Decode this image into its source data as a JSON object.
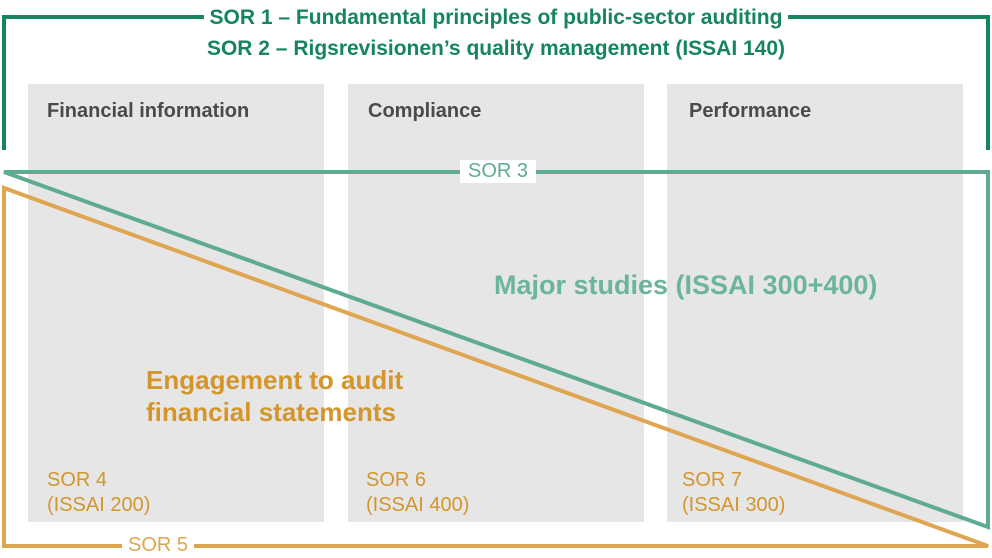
{
  "header": {
    "line1": "SOR 1 – Fundamental principles of public-sector auditing",
    "line2": "SOR 2 –  Rigsrevisionen’s quality management (ISSAI 140)"
  },
  "columns": [
    {
      "title": "Financial information",
      "sor": "SOR 4",
      "issai": "(ISSAI 200)"
    },
    {
      "title": "Compliance",
      "sor": "SOR 6",
      "issai": "(ISSAI 400)"
    },
    {
      "title": "Performance",
      "sor": "SOR 7",
      "issai": "(ISSAI 300)"
    }
  ],
  "sor3_label": "SOR 3",
  "sor5_label": "SOR 5",
  "major_studies": "Major studies (ISSAI 300+400)",
  "engagement": {
    "line1": "Engagement to audit",
    "line2": "financial statements"
  },
  "colors": {
    "dark_green": "#15845f",
    "light_green": "#5fab8f",
    "orange": "#e0a550",
    "orange_text": "#d4952a",
    "column_fill": "#e6e6e6",
    "column_title": "#4a4a4a"
  }
}
